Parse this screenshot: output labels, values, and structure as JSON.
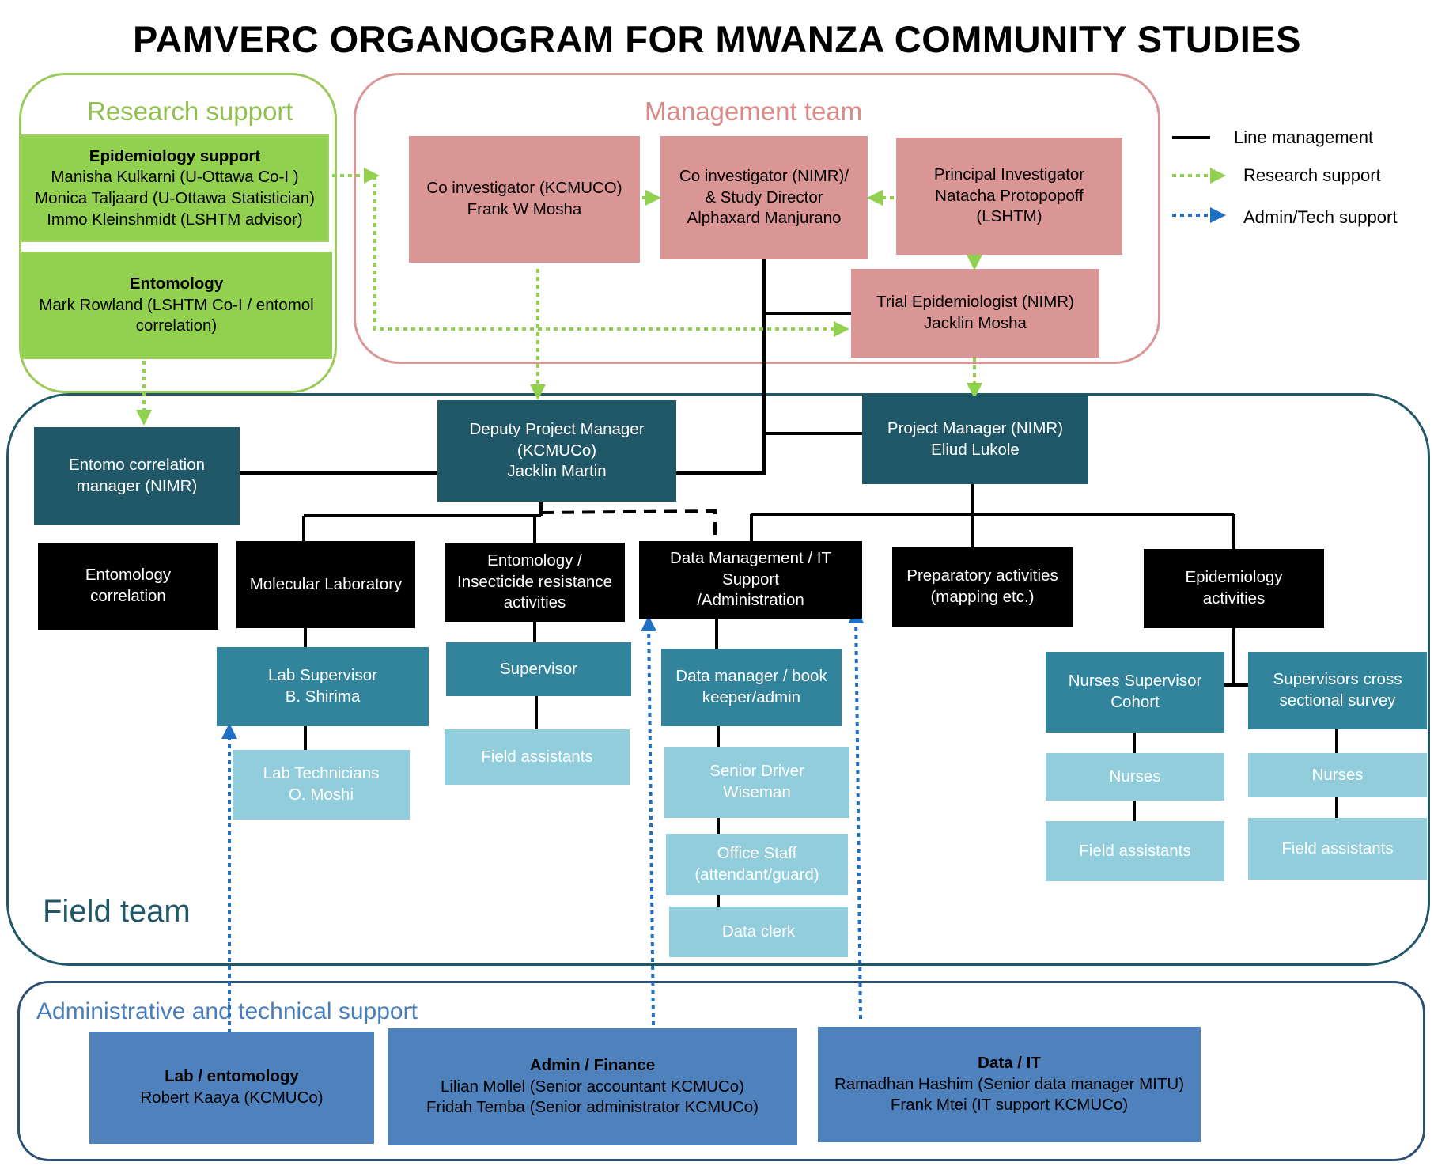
{
  "title": "PAMVERC ORGANOGRAM FOR MWANZA COMMUNITY STUDIES",
  "colors": {
    "green": "#92d050",
    "pink": "#da9694",
    "dark_teal": "#215868",
    "mid_teal": "#31849b",
    "light_teal": "#92cddc",
    "black": "#000000",
    "blue": "#4f81bd",
    "research_line": "#92d050",
    "admin_line": "#1f6fc5"
  },
  "groups": {
    "research_support": "Research support",
    "management_team": "Management team",
    "field_team": "Field team",
    "admin_support": "Administrative and technical support"
  },
  "legend": {
    "line_management": "Line management",
    "research_support": "Research support",
    "admin_tech_support": "Admin/Tech support"
  },
  "research": {
    "epi": {
      "heading": "Epidemiology support",
      "line1": "Manisha Kulkarni (U-Ottawa Co-I )",
      "line2": "Monica Taljaard (U-Ottawa Statistician)",
      "line3": "Immo Kleinshmidt (LSHTM advisor)"
    },
    "ento": {
      "heading": "Entomology",
      "line1": "Mark Rowland (LSHTM Co-I / entomol",
      "line2": "correlation)"
    }
  },
  "management": {
    "coi_kcmuco": {
      "line1": "Co investigator (KCMUCO)",
      "line2": "Frank W Mosha"
    },
    "coi_nimr": {
      "line1": "Co investigator (NIMR)/",
      "line2": "& Study Director",
      "line3": "Alphaxard Manjurano"
    },
    "pi": {
      "line1": "Principal Investigator",
      "line2": "Natacha Protopopoff",
      "line3": "(LSHTM)"
    },
    "trial_epi": {
      "line1": "Trial Epidemiologist (NIMR)",
      "line2": "Jacklin Mosha"
    }
  },
  "field": {
    "entomo_manager": {
      "line1": "Entomo correlation",
      "line2": "manager (NIMR)"
    },
    "deputy_pm": {
      "line1": "Deputy Project Manager",
      "line2": "(KCMUCo)",
      "line3": "Jacklin Martin"
    },
    "pm": {
      "line1": "Project Manager (NIMR)",
      "line2": "Eliud Lukole"
    },
    "entomology_correlation": {
      "line1": "Entomology",
      "line2": "correlation"
    },
    "molecular_lab": "Molecular Laboratory",
    "entomology_insecticide": {
      "line1": "Entomology /",
      "line2": "Insecticide resistance",
      "line3": "activities"
    },
    "data_mgmt": {
      "line1": "Data Management / IT",
      "line2": "Support",
      "line3": "/Administration"
    },
    "preparatory": {
      "line1": "Preparatory activities",
      "line2": "(mapping etc.)"
    },
    "epi_activities": {
      "line1": "Epidemiology",
      "line2": "activities"
    },
    "lab_supervisor": {
      "line1": "Lab Supervisor",
      "line2": "B. Shirima"
    },
    "lab_technicians": {
      "line1": "Lab Technicians",
      "line2": "O. Moshi"
    },
    "ento_supervisor": "Supervisor",
    "ento_field_assistants": "Field assistants",
    "data_manager": {
      "line1": "Data manager / book",
      "line2": "keeper/admin"
    },
    "senior_driver": {
      "line1": "Senior Driver",
      "line2": "Wiseman"
    },
    "office_staff": {
      "line1": "Office Staff",
      "line2": "(attendant/guard)"
    },
    "data_clerk": "Data clerk",
    "nurses_supervisor": {
      "line1": "Nurses Supervisor",
      "line2": "Cohort"
    },
    "supervisors_cross": {
      "line1": "Supervisors cross",
      "line2": "sectional survey"
    },
    "nurses_cohort": "Nurses",
    "field_assistants_cohort": "Field assistants",
    "nurses_cross": "Nurses",
    "field_assistants_cross": "Field assistants"
  },
  "admin": {
    "lab": {
      "heading": "Lab / entomology",
      "line1": "Robert Kaaya (KCMUCo)"
    },
    "finance": {
      "heading": "Admin / Finance",
      "line1": "Lilian Mollel (Senior accountant KCMUCo)",
      "line2": "Fridah Temba (Senior administrator KCMUCo)"
    },
    "data_it": {
      "heading": "Data / IT",
      "line1": "Ramadhan Hashim (Senior  data manager MITU)",
      "line2": "Frank Mtei (IT support KCMUCo)"
    }
  }
}
